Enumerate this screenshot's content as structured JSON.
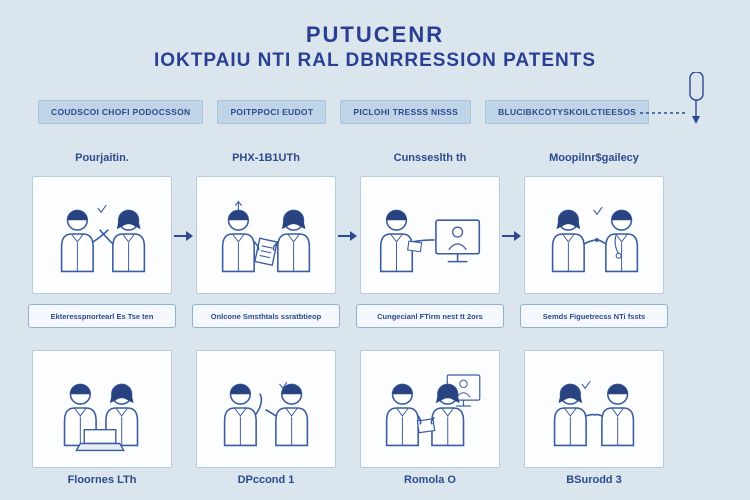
{
  "title": {
    "line1": "PUTUCENR",
    "line2": "IOKTPAIU NTI RAL DBNRRESSION PATENTS"
  },
  "filters": {
    "buttons": [
      "COUDSCOI CHOFI PODOCSSON",
      "POITPPOCI EUDOT",
      "PICLOHI TRESSS NISSS",
      "BLUCIBKCOTYSKOILCTIEESOS"
    ]
  },
  "columns": [
    {
      "step_label": "Pourjaitin.",
      "caption": "Ekteresspnortearl Es Tse ten",
      "footer_label": "Floornes LTh"
    },
    {
      "step_label": "PHX-1B1UTh",
      "caption": "Onlcone Smsthtals ssratbtieop",
      "footer_label": "DPccond 1"
    },
    {
      "step_label": "Cunsseslth th",
      "caption": "Cungecianl FTirm nest tt 2ors",
      "footer_label": "Romola O"
    },
    {
      "step_label": "Moopilnr$gailecy",
      "caption": "Semds Figuetrecss NTi fssts",
      "footer_label": "BSurodd 3"
    }
  ],
  "colors": {
    "background": "#dbe5ee",
    "accent": "#2a3f93",
    "panel_border": "#b7cbe0",
    "button_bg": "#bfd4e7"
  }
}
